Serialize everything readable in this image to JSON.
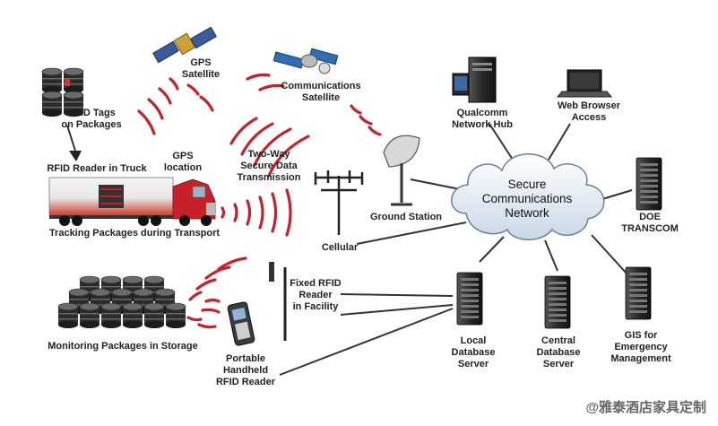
{
  "labels": {
    "gps_satellite": "GPS\nSatellite",
    "comm_satellite": "Communications\nSatellite",
    "rfid_tags": "RFID Tags\non Packages",
    "rfid_reader_truck": "RFID Reader in Truck",
    "gps_location": "GPS\nlocation",
    "two_way": "Two-Way\nSecure Data\nTransmission",
    "tracking": "Tracking Packages during Transport",
    "ground_station": "Ground Station",
    "cellular": "Cellular",
    "qualcomm": "Qualcomm\nNetwork Hub",
    "web_browser": "Web Browser\nAccess",
    "secure_network": "Secure\nCommunications\nNetwork",
    "doe": "DOE\nTRANSCOM",
    "fixed_rfid": "Fixed RFID\nReader\nin Facility",
    "monitoring": "Monitoring Packages in Storage",
    "portable": "Portable\nHandheld\nRFID Reader",
    "local_db": "Local\nDatabase\nServer",
    "central_db": "Central\nDatabase\nServer",
    "gis": "GIS for\nEmergency\nManagement",
    "watermark": "@雅泰酒店家具定制"
  },
  "colors": {
    "signal": "#c8202a",
    "line": "#333333",
    "cloud_fill": "#eef3f8",
    "cloud_stroke": "#6b7f95",
    "drum": "#2b2b2b",
    "server": "#2a2a2a"
  }
}
